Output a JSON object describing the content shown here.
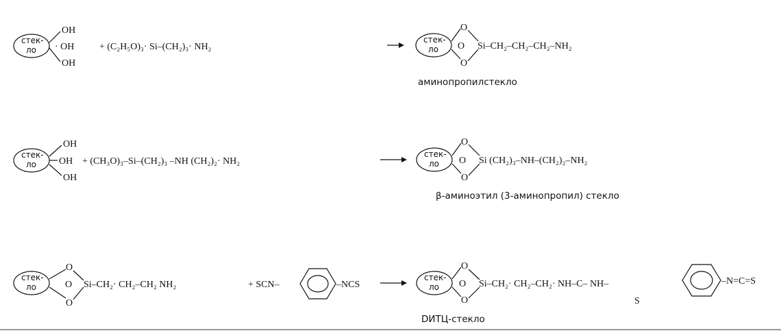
{
  "glass_label_top": "стек-",
  "glass_label_bottom": "ло",
  "row1": {
    "oh_top": "OH",
    "oh_mid": "· OH",
    "oh_bot": "OH",
    "reagent": "+ (C₂H₅O)₃· Si–(CH₂)₃· NH₂",
    "o_top": "O",
    "o_mid": "O",
    "o_bot": "O",
    "product_chain": "Si–CH₂–CH₂–CH₂–NH₂",
    "caption": "аминопропилстекло"
  },
  "row2": {
    "oh_top": "OH",
    "oh_mid": "OH",
    "oh_bot": "OH",
    "reagent": "+ (CH₃O)₃–Si–(CH₂)₃ –NH (CH₂)₂· NH₂",
    "o_top": "O",
    "o_mid": "O",
    "o_bot": "O",
    "product_chain": "Si (CH₂)₃–NH–(CH₂)₂–NH₂",
    "caption": "β-аминоэтил (3-аминопропил) стекло"
  },
  "row3": {
    "o_top": "O",
    "o_mid": "O",
    "o_bot": "O",
    "chain": "Si–CH₂· CH₂–CH₂ NH₂",
    "plus_scn": "+ SCN–",
    "ncs": "–NCS",
    "product_chain": "Si–CH₂· CH₂–CH₂· NH–C– NH–",
    "s_label": "S",
    "end_group": "–N=C=S",
    "caption": "DИТЦ-стекло"
  }
}
